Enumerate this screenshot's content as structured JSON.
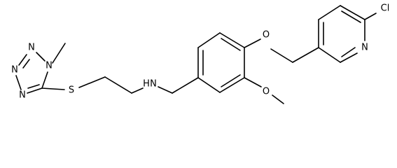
{
  "atoms": {
    "cl": "Cl",
    "n_pyridine": "N",
    "o_ether": "O",
    "o_methoxy": "O",
    "n_amine": "N",
    "h_amine": "H",
    "s_thioether": "S",
    "n_tetrazole_1": "N",
    "n_tetrazole_2": "N",
    "n_tetrazole_3": "N",
    "n_tetrazole_4": "N"
  }
}
